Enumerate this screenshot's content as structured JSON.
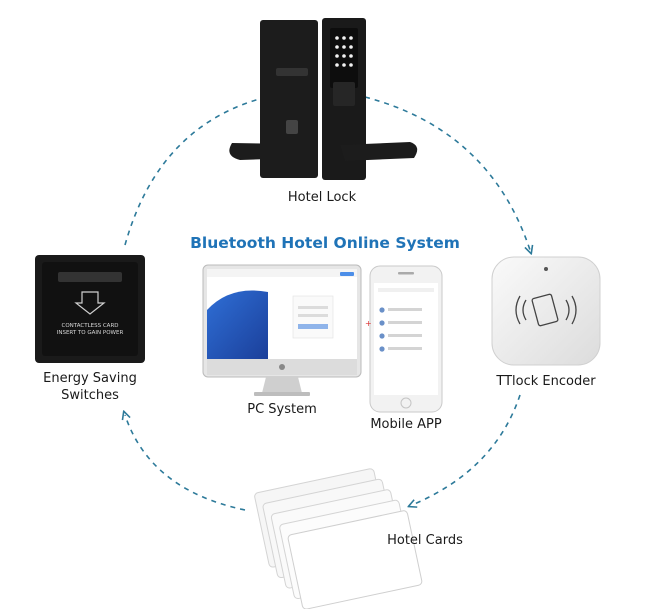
{
  "title": "Bluetooth Hotel Online System",
  "nodes": {
    "hotel_lock": "Hotel Lock",
    "ttlock_encoder": "TTlock Encoder",
    "hotel_cards": "Hotel Cards",
    "energy_line1": "Energy Saving",
    "energy_line2": "Switches",
    "pc_system": "PC System",
    "mobile_app": "Mobile APP"
  },
  "switch_text": {
    "line1": "CONTACTLESS CARD",
    "line2": "INSERT TO GAIN POWER"
  },
  "colors": {
    "title": "#1f73b7",
    "arrow": "#2d7a9a",
    "dark_device": "#1c1c1c",
    "encoder_body": "#eeeeee"
  }
}
